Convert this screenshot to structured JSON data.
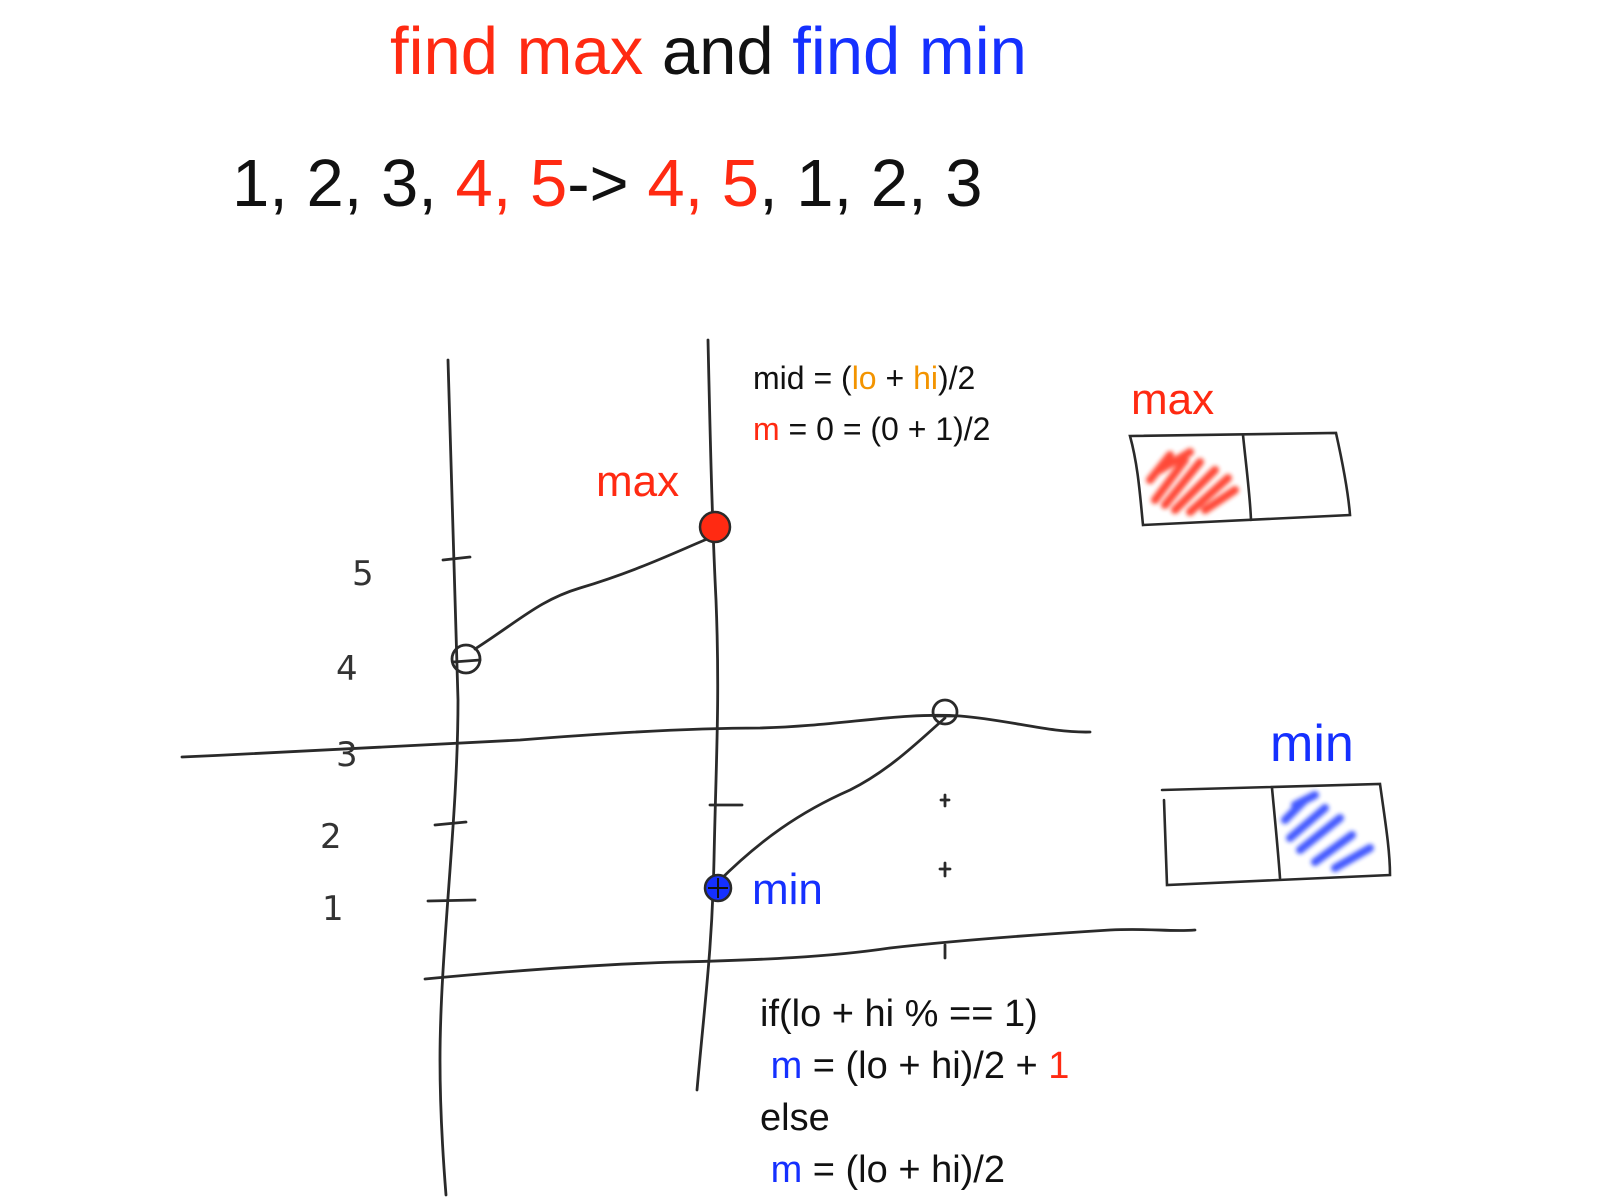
{
  "colors": {
    "red": "#ff2a12",
    "blue": "#1530ff",
    "orange": "#f39400",
    "black": "#111111"
  },
  "title": {
    "part1": "find max",
    "part2": " and ",
    "part3": "find min"
  },
  "sequence": {
    "a": "1, 2, 3, ",
    "b": "4, 5",
    "c": "-> ",
    "d": "4, 5",
    "e": ", 1, 2, 3"
  },
  "sketch": {
    "y_ticks": [
      "5",
      "4",
      "3",
      "2",
      "1"
    ],
    "max_label": "max",
    "min_label": "min"
  },
  "mid_note": {
    "line1": {
      "pre": "mid = (",
      "lo": "lo",
      "plus": " + ",
      "hi": "hi",
      "post": ")/2"
    },
    "line2": {
      "m": "m",
      "rest": " = 0 = (0 + 1)/2"
    }
  },
  "boxes": {
    "max_title": "max",
    "min_title": "min"
  },
  "code": {
    "line1": "if(lo + hi % == 1)",
    "line2": {
      "m": "m",
      "rest": " = (lo + hi)/2 + ",
      "one": "1"
    },
    "line3": "else",
    "line4": {
      "m": "m",
      "rest": " = (lo + hi)/2"
    }
  }
}
